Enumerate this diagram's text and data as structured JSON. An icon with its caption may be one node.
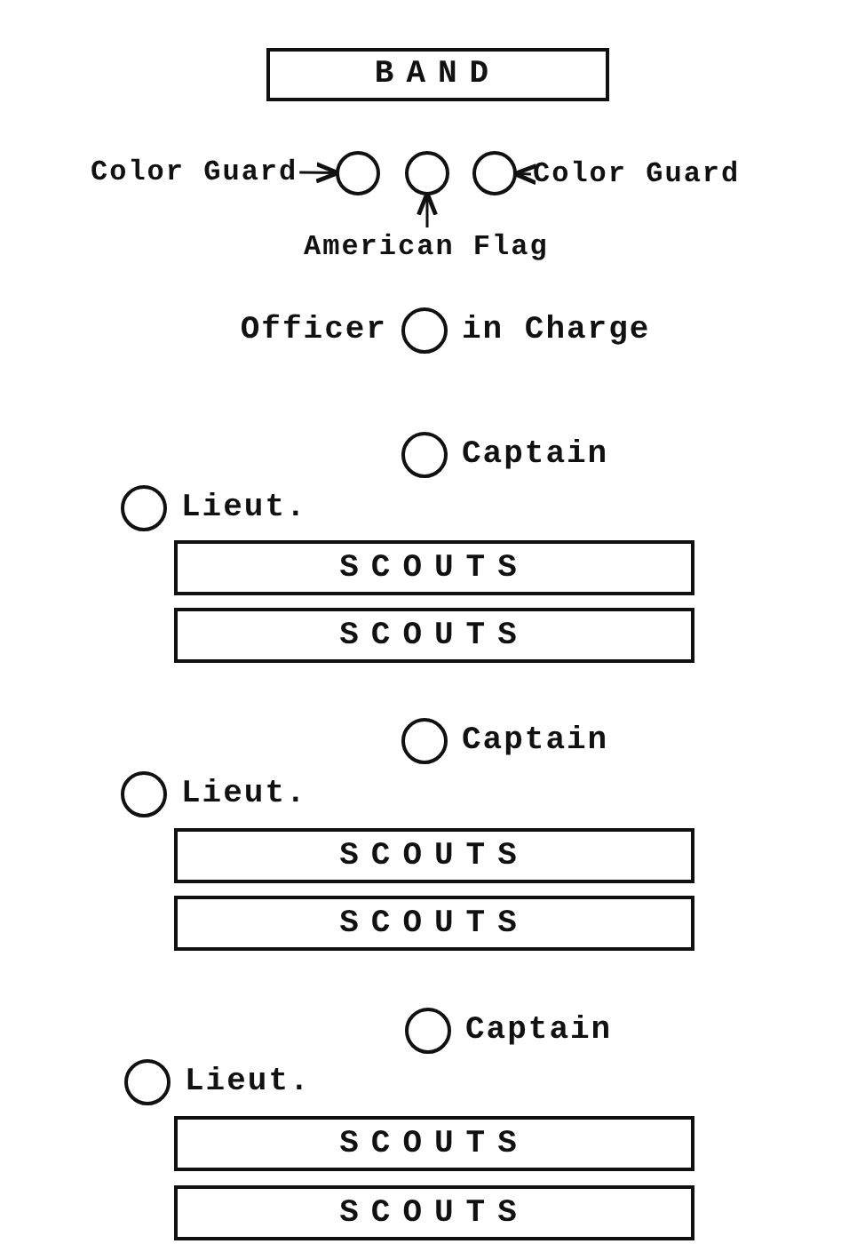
{
  "diagram": {
    "nodes": [
      {
        "text": [
          "BAND"
        ]
      },
      {
        "text": [
          "Color Guard"
        ]
      },
      {
        "text": [],
        "shape": "circle"
      },
      {
        "text": [],
        "shape": "circle"
      },
      {
        "text": [],
        "shape": "circle"
      },
      {
        "text": [
          "Color Guard"
        ]
      },
      {
        "text": [
          "American Flag"
        ]
      },
      {
        "text": [],
        "shape": "circle",
        "beside": [
          "Officer",
          "in Charge"
        ]
      },
      {
        "text": [],
        "shape": "circle",
        "beside": [
          "Captain"
        ]
      },
      {
        "text": [],
        "shape": "circle",
        "beside": [
          "Lieut."
        ]
      },
      {
        "text": [
          "SCOUTS"
        ]
      },
      {
        "text": [
          "SCOUTS"
        ]
      },
      {
        "text": [],
        "shape": "circle",
        "beside": [
          "Captain"
        ]
      },
      {
        "text": [],
        "shape": "circle",
        "beside": [
          "Lieut."
        ]
      },
      {
        "text": [
          "SCOUTS"
        ]
      },
      {
        "text": [
          "SCOUTS"
        ]
      },
      {
        "text": [],
        "shape": "circle",
        "beside": [
          "Captain"
        ]
      },
      {
        "text": [],
        "shape": "circle",
        "beside": [
          "Lieut."
        ]
      },
      {
        "text": [
          "SCOUTS"
        ]
      },
      {
        "text": [
          "SCOUTS"
        ]
      }
    ],
    "edges": [
      {
        "from": 1,
        "to": 2,
        "arrow": "to"
      },
      {
        "from": 5,
        "to": 4,
        "arrow": "to"
      },
      {
        "from": 6,
        "to": 3,
        "arrow": "to"
      }
    ]
  }
}
